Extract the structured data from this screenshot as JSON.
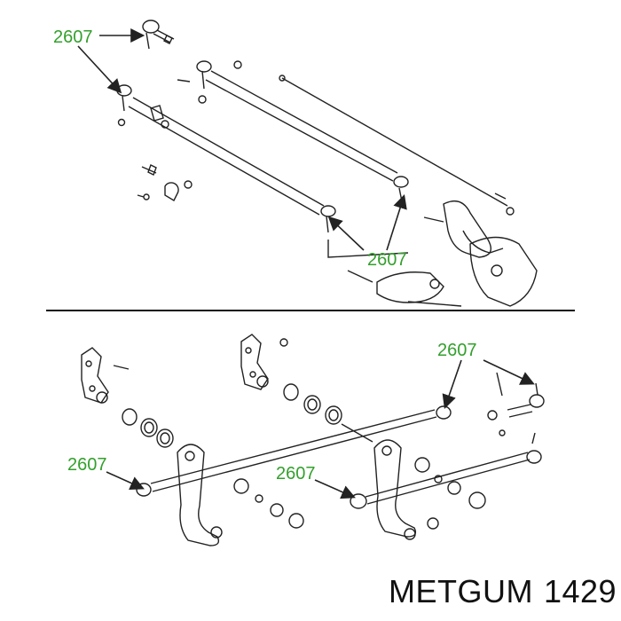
{
  "diagram": {
    "part_number_label": "2607",
    "callout_color": "#33a02c",
    "line_color": "#222222",
    "divider_color": "#111111"
  },
  "footer": {
    "brand": "METGUM",
    "code": "1429"
  }
}
